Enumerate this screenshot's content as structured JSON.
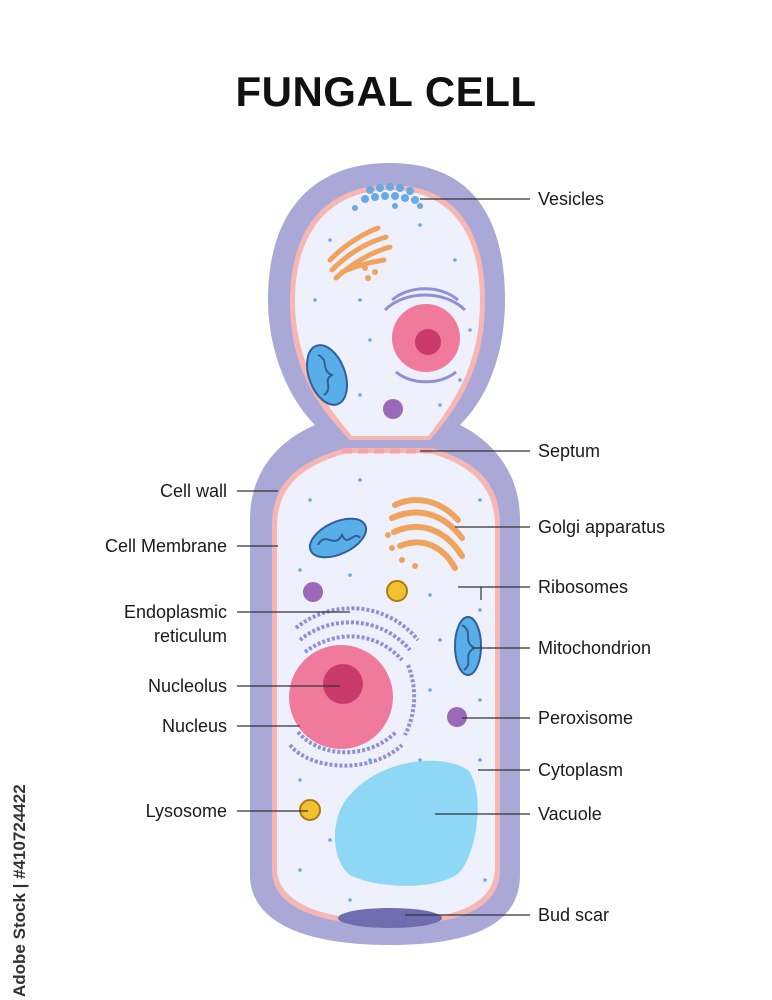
{
  "title": "FUNGAL CELL",
  "labels": {
    "vesicles": "Vesicles",
    "septum": "Septum",
    "golgi": "Golgi apparatus",
    "ribosomes": "Ribosomes",
    "mitochondrion": "Mitochondrion",
    "peroxisome": "Peroxisome",
    "cytoplasm": "Cytoplasm",
    "vacuole": "Vacuole",
    "bud_scar": "Bud scar",
    "cell_wall": "Cell wall",
    "cell_membrane": "Cell Membrane",
    "er_line1": "Endoplasmic",
    "er_line2": "reticulum",
    "nucleolus": "Nucleolus",
    "nucleus": "Nucleus",
    "lysosome": "Lysosome"
  },
  "watermark": "Adobe Stock | #410724422",
  "colors": {
    "cell_wall": "#a9a8d6",
    "membrane": "#f5b6b4",
    "cytoplasm": "#eef0fb",
    "nucleus": "#f07a9c",
    "nucleolus": "#c93a6a",
    "mitochondrion": "#5aaee8",
    "golgi": "#f0a35e",
    "er": "#8f8fd6",
    "vacuole": "#8fd8f5",
    "vesicle": "#6aa8e8",
    "peroxisome": "#9a6ab8",
    "lysosome": "#f2c12e"
  }
}
